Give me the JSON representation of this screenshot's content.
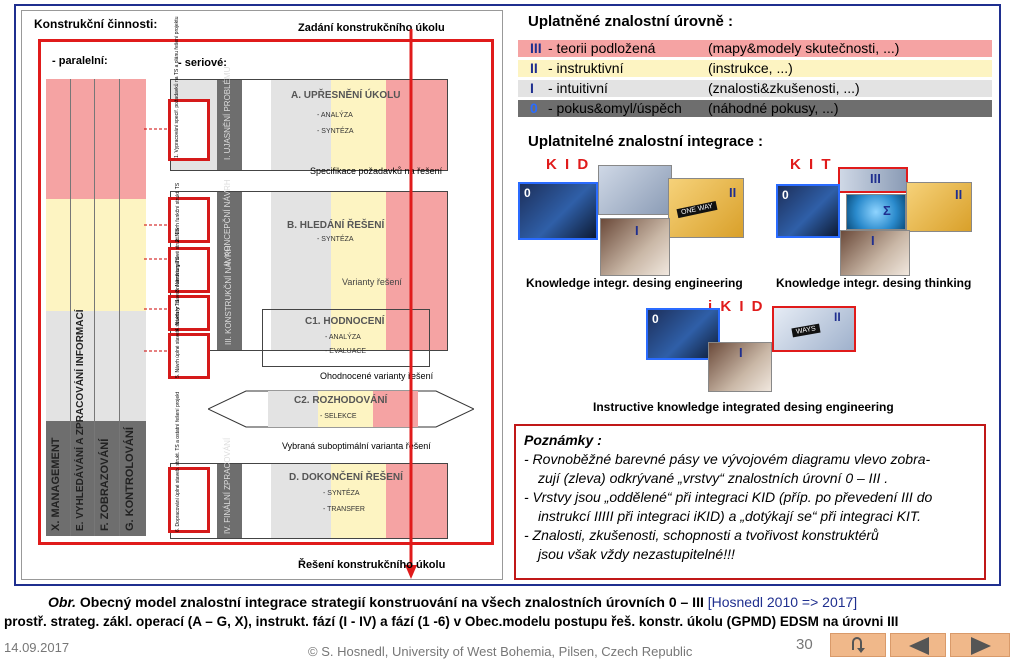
{
  "left": {
    "title": "Konstrukční činnosti:",
    "paralelni": "- paralelní:",
    "seriove": "- seriové:",
    "zadani": "Zadání konstrukčního  úkolu",
    "reseni": "Řešení konstrukčního  úkolu",
    "parallel_bands": [
      "X. MANAGEMENT",
      "E. VYHLEDÁVÁNÍ A ZPRACOVÁNÍ INFORMACÍ",
      "F. ZOBRAZOVÁNÍ",
      "G. KONTROLOVÁNÍ"
    ],
    "phases": [
      {
        "title": "A. UPŘESNĚNÍ ÚKOLU",
        "sub1": "- ANALÝZA",
        "sub2": "- SYNTÉZA",
        "side": "I. UJASNĚNÍ PROBLÉMU",
        "step": "1. Vypracování specif. požadavků na TS a plánu řešení projektu",
        "output": "Specifikace požadavků  na řešení"
      },
      {
        "title": "B. HLEDÁNÍ ŘEŠENÍ",
        "sub1": "- SYNTÉZA",
        "side": "II. KONCEPČNÍ NÁVRH",
        "step2": "2. Návrh funkční strukt. TS",
        "step3": "3. Návrh orgánové strukt. TS",
        "output": "Varianty  řešení"
      },
      {
        "title": "C1. HODNOCENÍ",
        "sub1": "- ANALÝZA",
        "sub2": "- EVALUACE",
        "side": "III. KONSTRUKČNÍ NÁVRH",
        "step4": "4. Návrh hr. stavební struktury TS",
        "step5": "5. Návrh úplné staveb. struktury TS",
        "output": "Ohodnocené varianty  řešení"
      },
      {
        "title": "C2. ROZHODOVÁNÍ",
        "sub1": "- SELEKCE",
        "output": "Vybraná suboptimální varianta  řešení"
      },
      {
        "title": "D. DOKONČENÍ ŘEŠENÍ",
        "sub1": "- SYNTÉZA",
        "sub2": "- TRANSFER",
        "side": "IV. FINÁLNÍ ZPRACOVÁNÍ",
        "step": "6. Dopracování úplné staveb. strukt. TS a ostatní řešení projekt"
      }
    ]
  },
  "levels": {
    "title": "Uplatněné  znalostní úrovně :",
    "rows": [
      {
        "sym": "III",
        "name": "- teorii podložená",
        "ex": "(mapy&modely skutečnosti, ...)",
        "bg": "#f5a3a3"
      },
      {
        "sym": "II",
        "name": "- instruktivní",
        "ex": "(instrukce, ...)",
        "bg": "#fdf4c2"
      },
      {
        "sym": "I",
        "name": "- intuitivní",
        "ex": "(znalosti&zkušenosti,  ...)",
        "bg": "#e3e3e3"
      },
      {
        "sym": "0",
        "name": "- pokus&omyl/úspěch",
        "ex": "(náhodné pokusy, ...)",
        "bg": "#6e6e6e"
      }
    ]
  },
  "integration": {
    "title": "Uplatnitelné  znalostní integrace :",
    "kid": "K I D",
    "kit": "K I T",
    "ikid": "i K I D",
    "kid_caption": "Knowledge integr. desing engineering",
    "kit_caption": "Knowledge integr. desing thinking",
    "ikid_caption": "Instructive knowledge integrated desing engineering",
    "one_way": "ONE WAY",
    "ways": "WAYS"
  },
  "notes": {
    "title": "Poznámky :",
    "l1": "- Rovnoběžné barevné pásy ve vývojovém  diagramu vlevo zobra-",
    "l2": "zují (zleva) odkrývané  „vrstvy“ znalostních úrovní  0  – III .",
    "l3": "- Vrstvy jsou „oddělené“ při integraci KID (příp. po převedení III do",
    "l4": "instrukcí IIIII  při integraci iKID) a „dotýkají se“ při integraci KIT.",
    "l5": "- Znalosti, zkušenosti, schopnosti a tvořivost konstruktérů",
    "l6": "jsou však vždy nezastupitelné!!!"
  },
  "caption": {
    "obr": "Obr.",
    "line1": "  Obecný model  znalostní   integrace strategií  konstruování na všech  znalostních úrovních   0 – III",
    "ref": "[Hosnedl 2010 => 2017]",
    "line2": "prostř. strateg. zákl. operací (A – G, X), instrukt. fází (I - IV) a fází (1 -6) v Obec.modelu postupu řeš. konstr. úkolu (GPMD) EDSM na úrovni  III"
  },
  "footer": {
    "date": "14.09.2017",
    "copyright": "© S. Hosnedl, University of West Bohemia, Pilsen, Czech Republic",
    "page": "30"
  },
  "colors": {
    "red": "#e01b1b",
    "pink": "#f5a3a3",
    "yellow": "#fdf4c2",
    "grey": "#e3e3e3",
    "dark": "#6e6e6e",
    "blue": "#1f2f8f"
  }
}
